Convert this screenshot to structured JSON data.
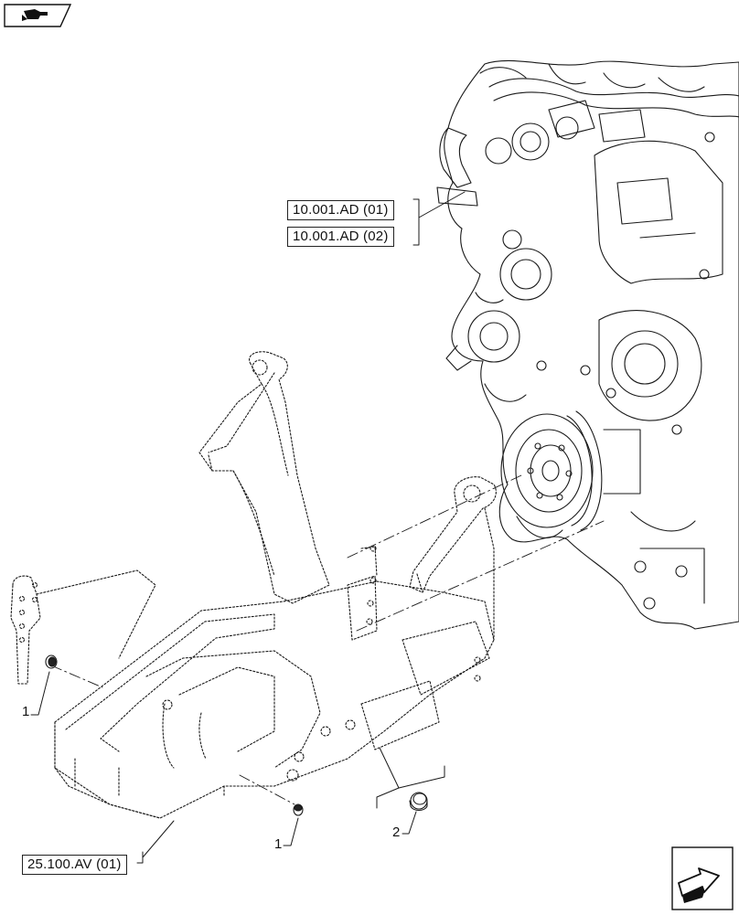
{
  "refs": {
    "engine_ref_1": "10.001.AD (01)",
    "engine_ref_2": "10.001.AD (02)",
    "frame_ref": "25.100.AV (01)"
  },
  "callouts": {
    "left_plug": "1",
    "bottom_plug": "1",
    "bushing": "2"
  },
  "icons": {
    "top_left": "book-nav-icon",
    "bottom_right": "next-page-arrow-icon"
  }
}
